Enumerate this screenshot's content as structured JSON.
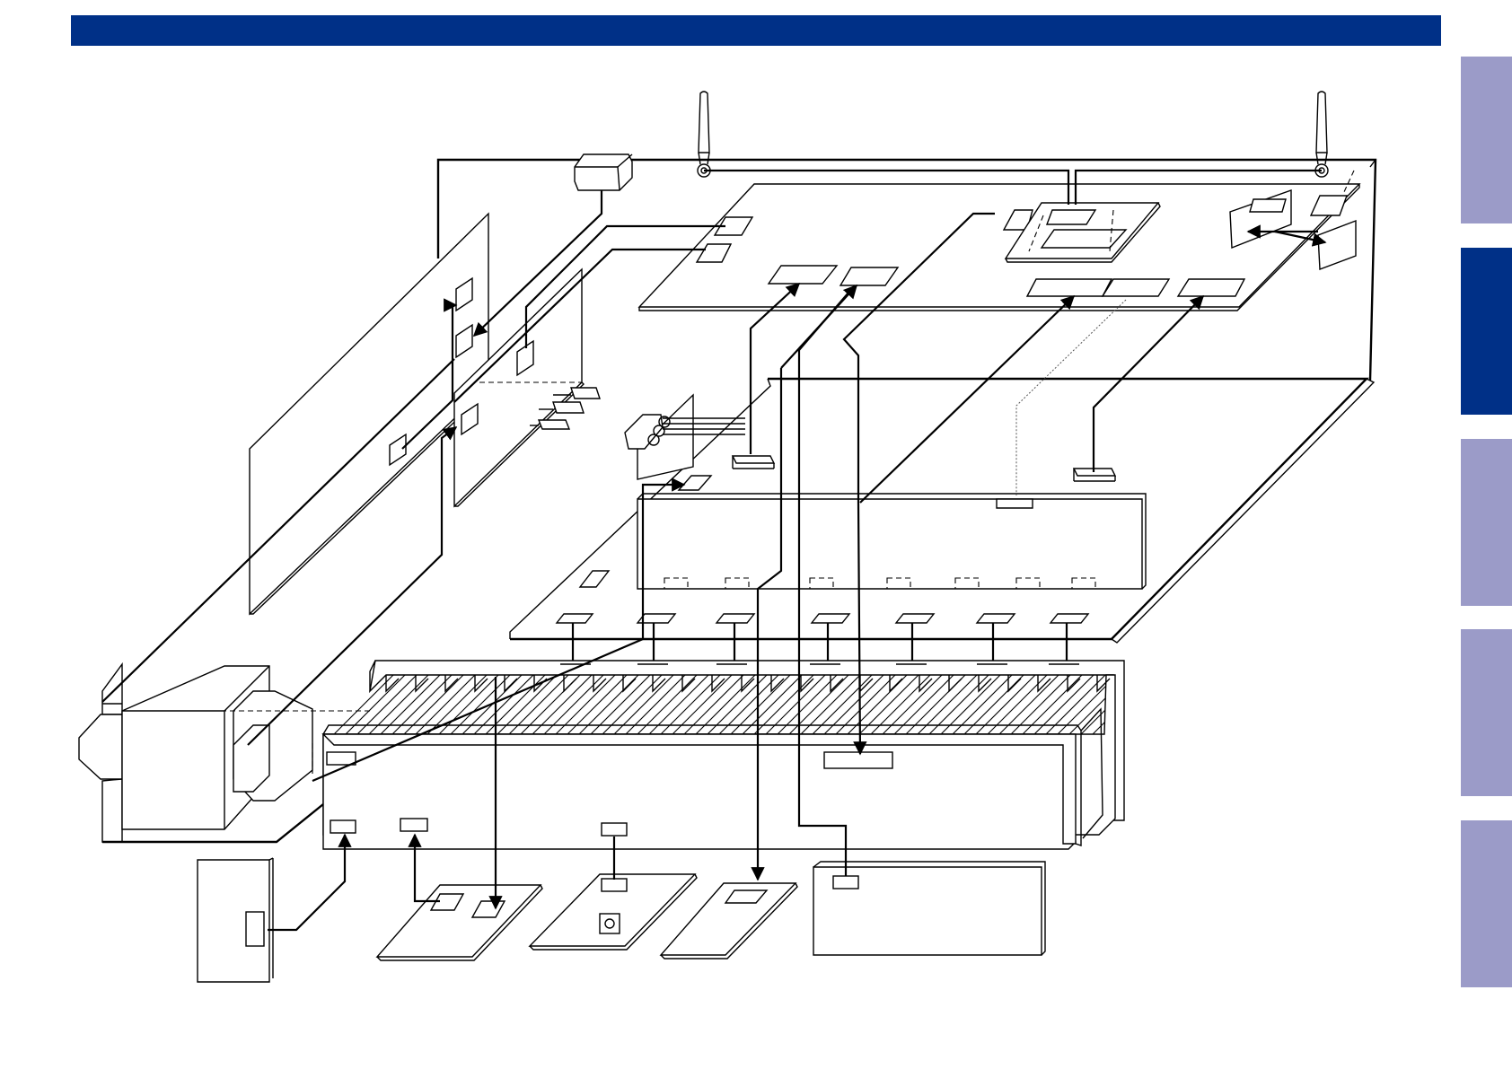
{
  "colors": {
    "header_bar": "#003087",
    "nav_tab_inactive": "#9b9bc8",
    "nav_tab_active": "#003087",
    "line": "#000000"
  },
  "nav_tabs": [
    {
      "id": "tab-1",
      "active": false
    },
    {
      "id": "tab-2",
      "active": true
    },
    {
      "id": "tab-3",
      "active": false
    },
    {
      "id": "tab-4",
      "active": false
    },
    {
      "id": "tab-5",
      "active": false
    }
  ],
  "icons": [
    "antenna-icon",
    "antenna-icon",
    "connector-icon"
  ]
}
